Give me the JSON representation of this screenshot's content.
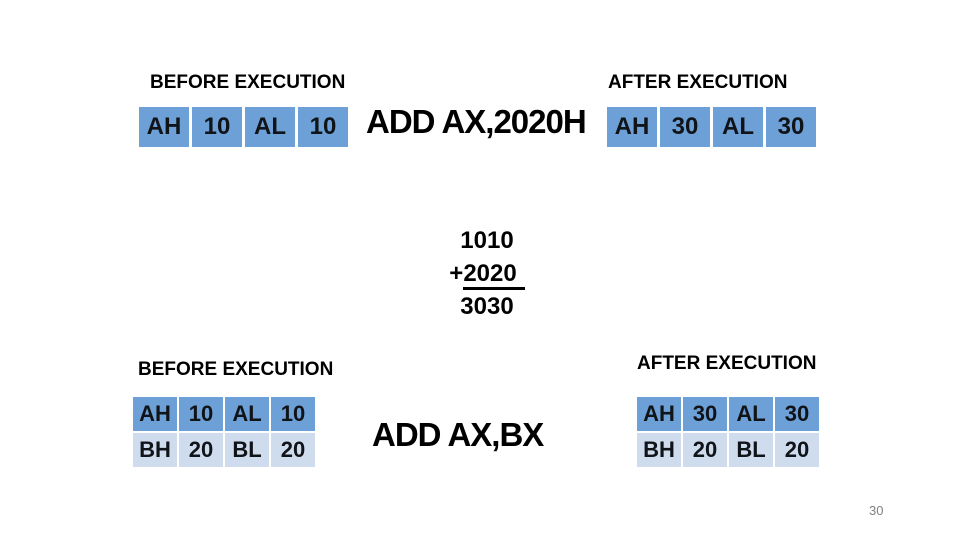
{
  "page": {
    "page_number": "30"
  },
  "colors": {
    "page_bg": "#ffffff",
    "heading": "#000000",
    "cell_blue": "#6da0d6",
    "cell_light": "#cedcee",
    "cell_text": "#101418",
    "page_num": "#808080"
  },
  "top": {
    "before_label": "BEFORE EXECUTION",
    "after_label": "AFTER EXECUTION",
    "instruction": "ADD AX,2020H",
    "before_cells": [
      "AH",
      "10",
      "AL",
      "10"
    ],
    "after_cells": [
      "AH",
      "30",
      "AL",
      "30"
    ]
  },
  "math": {
    "operand1": "1010",
    "plus": "+",
    "operand2": "2020",
    "result": "3030"
  },
  "bottom": {
    "before_label": "BEFORE EXECUTION",
    "after_label": "AFTER EXECUTION",
    "instruction": "ADD AX,BX",
    "before_rows": [
      [
        "AH",
        "10",
        "AL",
        "10"
      ],
      [
        "BH",
        "20",
        "BL",
        "20"
      ]
    ],
    "after_rows": [
      [
        "AH",
        "30",
        "AL",
        "30"
      ],
      [
        "BH",
        "20",
        "BL",
        "20"
      ]
    ]
  }
}
